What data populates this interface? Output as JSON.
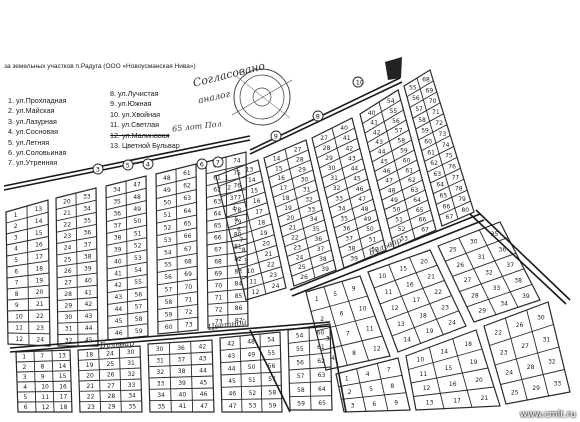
{
  "title": "за земельных участков п.Радуга (ООО «Новоусманская Нива»)",
  "legend_left": [
    "1.  ул.Прохладная",
    "2.  ул.Майская",
    "3.  ул.Лазурная",
    "4.  ул.Сосновая",
    "5.  ул.Летняя",
    "6.  ул.Соловьиная",
    "7.  ул.Утренняя"
  ],
  "legend_right": [
    "8.  ул.Лучистая",
    "9.  ул.Южная",
    "10. ул.Хвойная",
    "11. ул.Светлая",
    "12. ул.Малиновая",
    "13. Цветной Бульвар"
  ],
  "handwriting": {
    "signature_top": "Согласовано",
    "signature_bottom": "аналог",
    "note_65": "65 лот Пол",
    "street_boulevard": "Бульвар",
    "street_lower": "Цветной",
    "street_right": "Бульвар"
  },
  "street_markers": [
    "3",
    "5",
    "4",
    "6",
    "7",
    "10",
    "8",
    "9"
  ],
  "watermark": "www.cmlt.ru",
  "colors": {
    "ink": "#1c1c1c",
    "paper": "#ffffff",
    "grid": "#2a2a2a"
  }
}
